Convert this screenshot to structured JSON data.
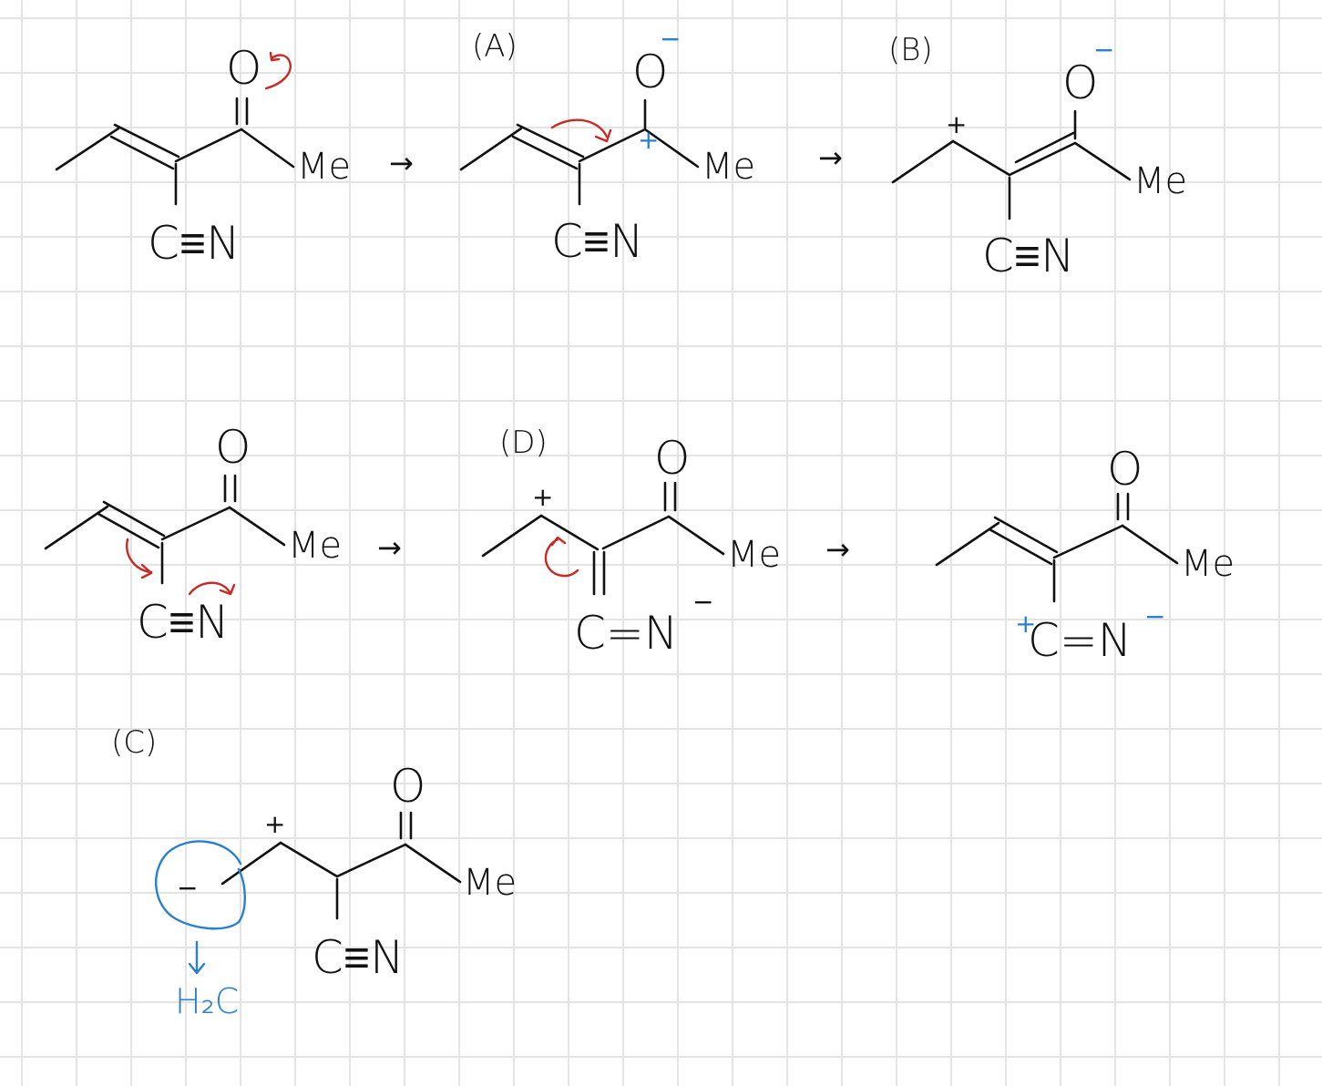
{
  "colors": {
    "ink": "#111111",
    "curly_arrow": "#c82a22",
    "annotation": "#2a80d0",
    "grid": "#e3e3e3"
  },
  "atoms": {
    "oxygen": "O",
    "nitrile": "C≡N",
    "methyl": "Me",
    "nitrile_double": "C=N",
    "h2c": "H₂C"
  },
  "labels": {
    "a": "(A)",
    "b": "(B)",
    "c": "(C)",
    "d": "(D)"
  },
  "charges": {
    "plus": "+",
    "minus": "−"
  },
  "reaction_arrow": "→"
}
